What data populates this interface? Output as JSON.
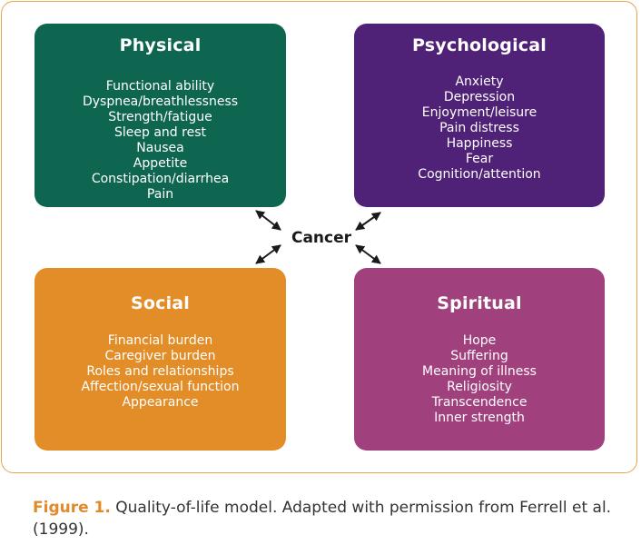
{
  "colors": {
    "physical": "#0f6650",
    "psychological": "#4f2277",
    "social": "#e28d28",
    "spiritual": "#a0417e",
    "frame": "#e9a24c",
    "caption_accent": "#e28a2a"
  },
  "center_label": "Cancer",
  "domains": {
    "physical": {
      "title": "Physical",
      "items": [
        "Functional ability",
        "Dyspnea/breathlessness",
        "Strength/fatigue",
        "Sleep and rest",
        "Nausea",
        "Appetite",
        "Constipation/diarrhea",
        "Pain"
      ]
    },
    "psychological": {
      "title": "Psychological",
      "items": [
        "Anxiety",
        "Depression",
        "Enjoyment/leisure",
        "Pain distress",
        "Happiness",
        "Fear",
        "Cognition/attention"
      ]
    },
    "social": {
      "title": "Social",
      "items": [
        "Financial burden",
        "Caregiver burden",
        "Roles and relationships",
        "Affection/sexual function",
        "Appearance"
      ]
    },
    "spiritual": {
      "title": "Spiritual",
      "items": [
        "Hope",
        "Suffering",
        "Meaning of illness",
        "Religiosity",
        "Transcendence",
        "Inner strength"
      ]
    }
  },
  "caption": {
    "figure_label": "Figure 1.",
    "text": " Quality-of-life model. Adapted with permission from Ferrell et al. (1999)."
  }
}
